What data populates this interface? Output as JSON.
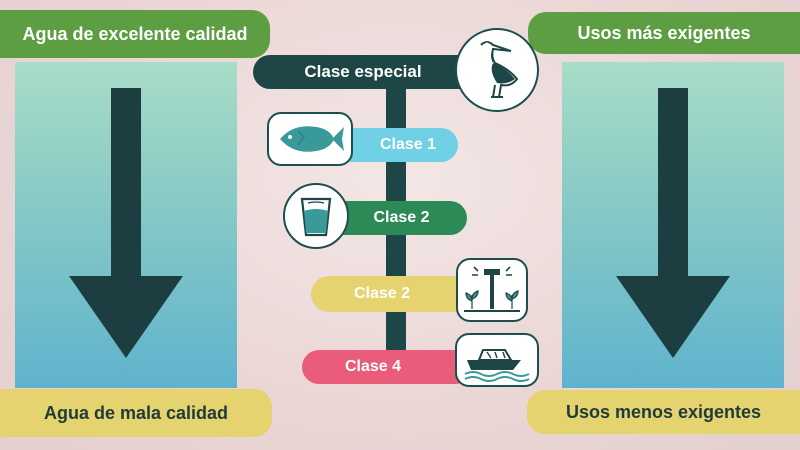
{
  "left": {
    "top_label": "Agua de excelente calidad",
    "bottom_label": "Agua de mala calidad"
  },
  "right": {
    "top_label": "Usos más exigentes",
    "bottom_label": "Usos menos exigentes"
  },
  "classes": [
    {
      "label": "Clase especial",
      "icon": "heron-icon",
      "color": "#1e4646"
    },
    {
      "label": "Clase 1",
      "icon": "fish-icon",
      "color": "#6fd0e6"
    },
    {
      "label": "Clase 2",
      "icon": "water-glass-icon",
      "color": "#2b8a55"
    },
    {
      "label": "Clase 2",
      "icon": "irrigation-icon",
      "color": "#e4d36e"
    },
    {
      "label": "Clase 4",
      "icon": "boat-icon",
      "color": "#ea5d7a"
    }
  ],
  "colors": {
    "dark": "#1e4646",
    "green": "#5d9e43",
    "yellow": "#e4d36e",
    "column_top": "#a8dcc7",
    "column_bottom": "#5fb3cd"
  }
}
